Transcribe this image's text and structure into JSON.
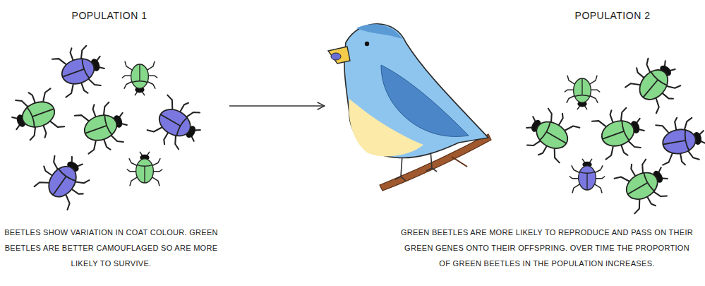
{
  "diagram": {
    "nodes": [
      {
        "text": [
          "POPULATION 1",
          "BEETLES SHOW VARIATION IN COAT COLOUR. GREEN BEETLES ARE BETTER CAMOUFLAGED SO ARE MORE LIKELY TO SURVIVE."
        ]
      },
      {
        "text": [
          "POPULATION 2",
          "GREEN BEETLES ARE MORE LIKELY TO REPRODUCE AND PASS ON THEIR GREEN GENES ONTO THEIR OFFSPRING. OVER TIME THE PROPORTION OF GREEN BEETLES IN THE POPULATION INCREASES."
        ]
      }
    ],
    "edges": [
      {
        "from": 0,
        "to": 1,
        "arrow": "to"
      }
    ]
  }
}
